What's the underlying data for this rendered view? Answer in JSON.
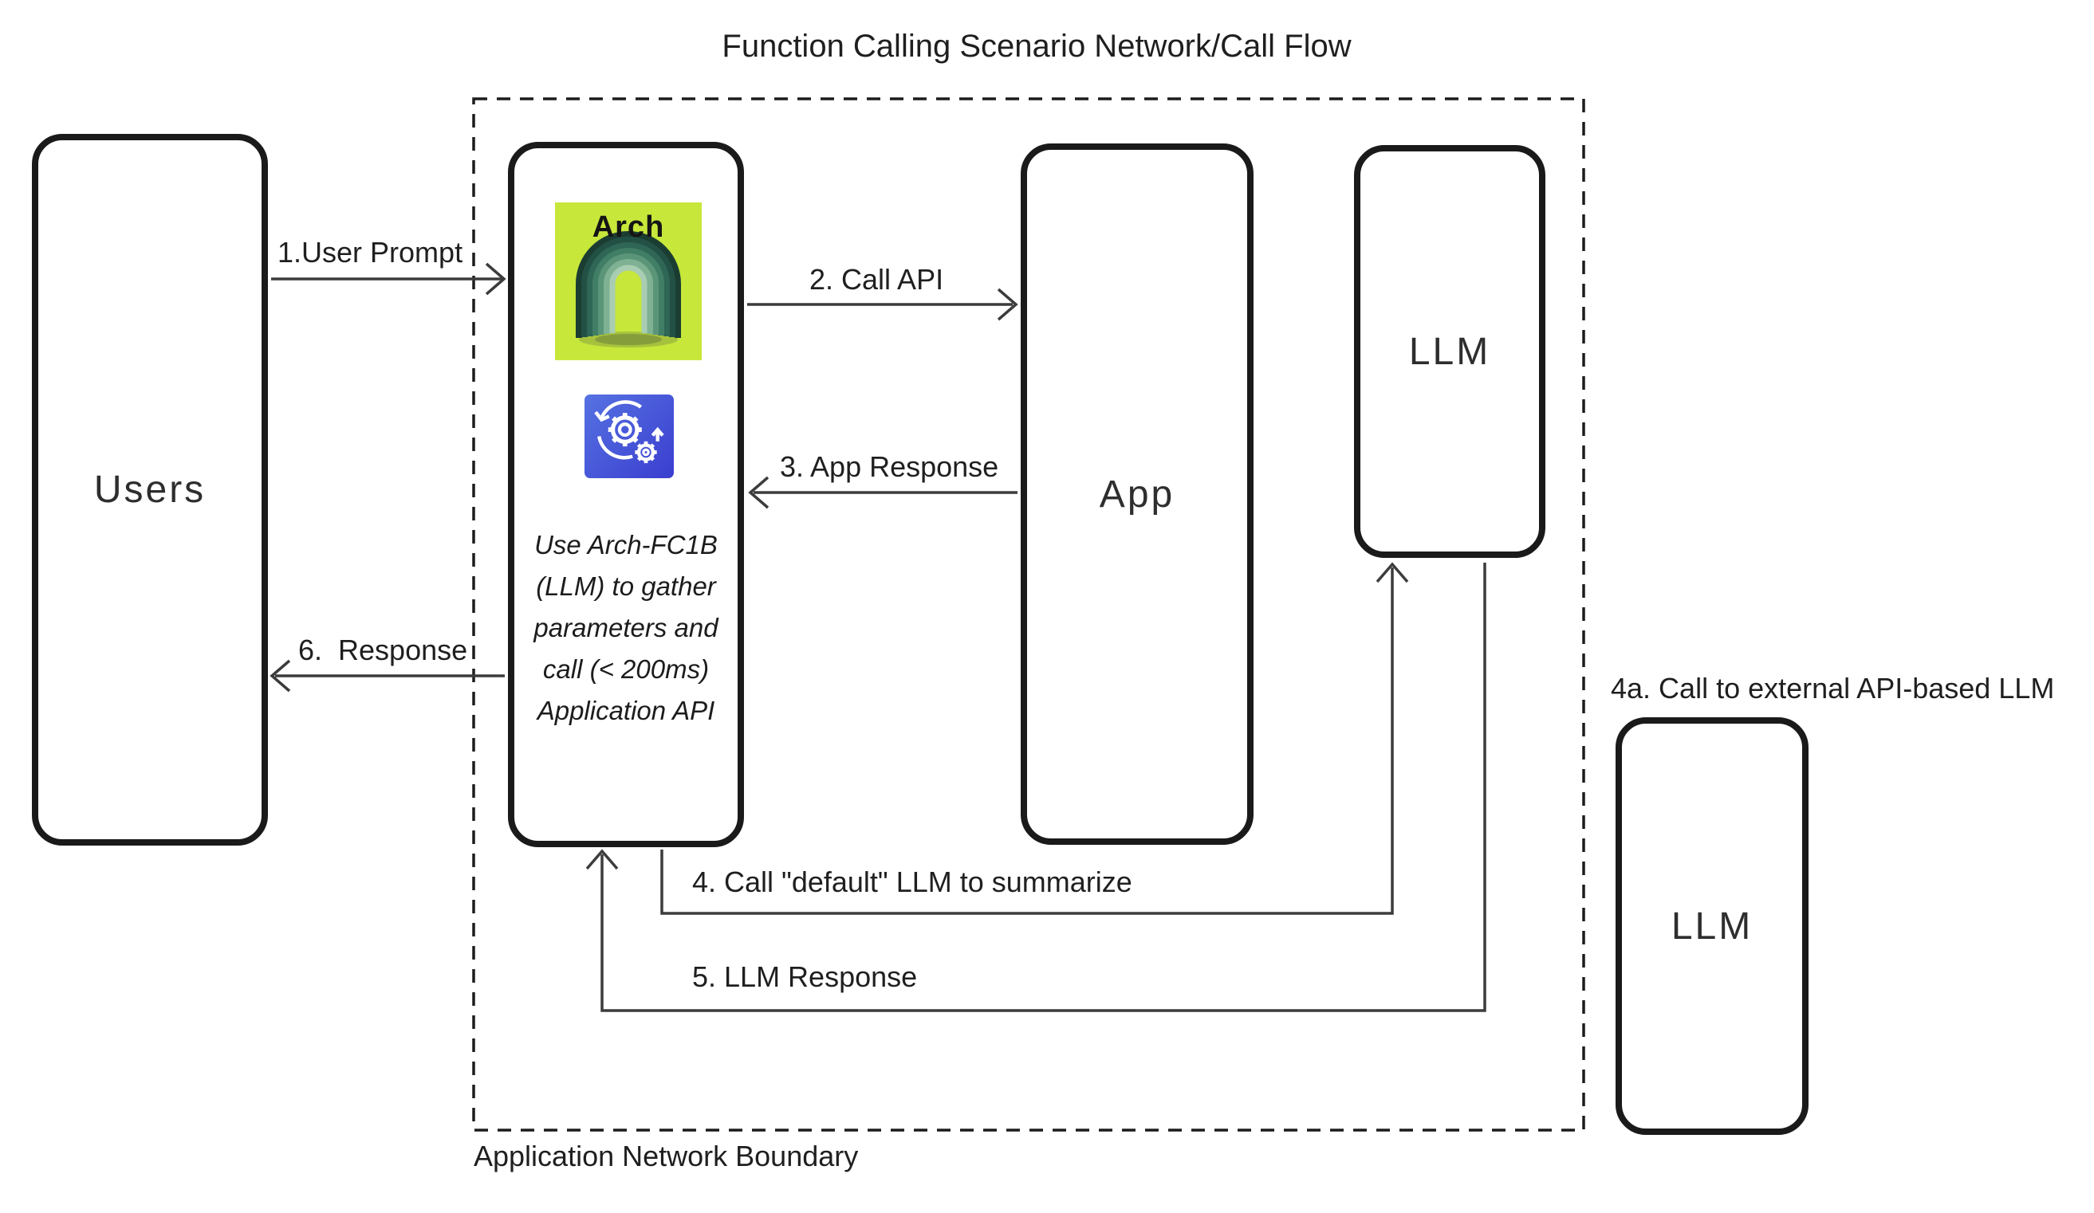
{
  "title": "Function Calling Scenario Network/Call Flow",
  "boundary": {
    "label": "Application Network Boundary"
  },
  "nodes": {
    "users": {
      "label": "Users"
    },
    "app": {
      "label": "App"
    },
    "llm_internal": {
      "label": "LLM"
    },
    "llm_external": {
      "label": "LLM"
    },
    "arch": {
      "logo_text": "Arch",
      "note": "Use Arch-FC1B (LLM) to gather parameters and call (< 200ms) Application API"
    }
  },
  "icons": {
    "arch_logo": "arch-gateway-logo",
    "gear": "process-automation-gear-icon"
  },
  "edges": {
    "user_prompt": {
      "label": "1.User Prompt"
    },
    "call_api": {
      "label": "2. Call API"
    },
    "app_response": {
      "label": "3. App Response"
    },
    "call_default_llm": {
      "label": "4. Call \"default\" LLM to summarize"
    },
    "llm_response": {
      "label": "5. LLM Response"
    },
    "response": {
      "label": "6.  Response"
    },
    "external_call": {
      "label": "4a. Call to external API-based LLM"
    }
  },
  "colors": {
    "lime": "#c7e73b",
    "blue1": "#5672e2",
    "blue2": "#3a3ecf",
    "line": "#3c3c3c",
    "ink": "#1a1a1a",
    "text": "#212121"
  }
}
